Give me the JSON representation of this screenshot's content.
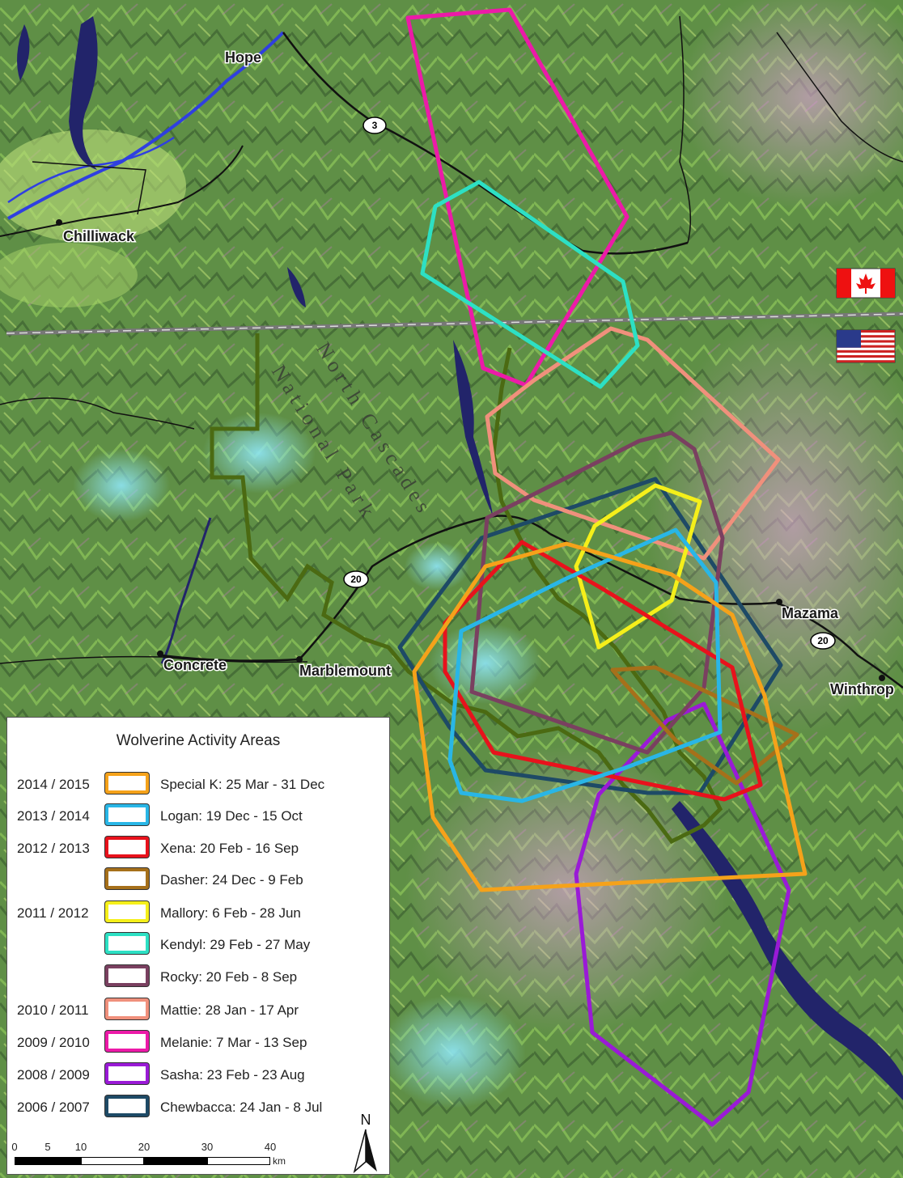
{
  "places": [
    {
      "name": "Hope"
    },
    {
      "name": "Chilliwack"
    },
    {
      "name": "Concrete"
    },
    {
      "name": "Marblemount"
    },
    {
      "name": "Mazama"
    },
    {
      "name": "Winthrop"
    }
  ],
  "park_label": {
    "line1": "North Cascades",
    "line2": "National Park"
  },
  "highways": [
    "3",
    "20",
    "20"
  ],
  "legend": {
    "title": "Wolverine Activity Areas",
    "entries": [
      {
        "year": "2014 / 2015",
        "name": "Special K: 25 Mar - 31 Dec",
        "color": "#f5a21a"
      },
      {
        "year": "2013 / 2014",
        "name": "Logan: 19 Dec - 15 Oct",
        "color": "#29b6e6"
      },
      {
        "year": "2012 / 2013",
        "name": "Xena: 20 Feb - 16 Sep",
        "color": "#e8121c"
      },
      {
        "year": "",
        "name": "Dasher: 24 Dec - 9 Feb",
        "color": "#a6701a"
      },
      {
        "year": "2011 / 2012",
        "name": "Mallory: 6 Feb - 28 Jun",
        "color": "#f5ef1a"
      },
      {
        "year": "",
        "name": "Kendyl: 29 Feb - 27 May",
        "color": "#2de0c4"
      },
      {
        "year": "",
        "name": "Rocky: 20 Feb - 8 Sep",
        "color": "#7a4060"
      },
      {
        "year": "2010 / 2011",
        "name": "Mattie: 28 Jan - 17 Apr",
        "color": "#f0907c"
      },
      {
        "year": "2009 / 2010",
        "name": "Melanie: 7 Mar - 13 Sep",
        "color": "#ec1aa8"
      },
      {
        "year": "2008 / 2009",
        "name": "Sasha: 23 Feb - 23 Aug",
        "color": "#9a1ad6"
      },
      {
        "year": "2006 / 2007",
        "name": "Chewbacca: 24 Jan - 8 Jul",
        "color": "#1e4a66"
      }
    ]
  },
  "scale": {
    "labels": [
      "0",
      "5",
      "10",
      "20",
      "30",
      "40"
    ],
    "unit": "km"
  },
  "north_label": "N",
  "flags": [
    "canada-flag",
    "usa-flag"
  ]
}
